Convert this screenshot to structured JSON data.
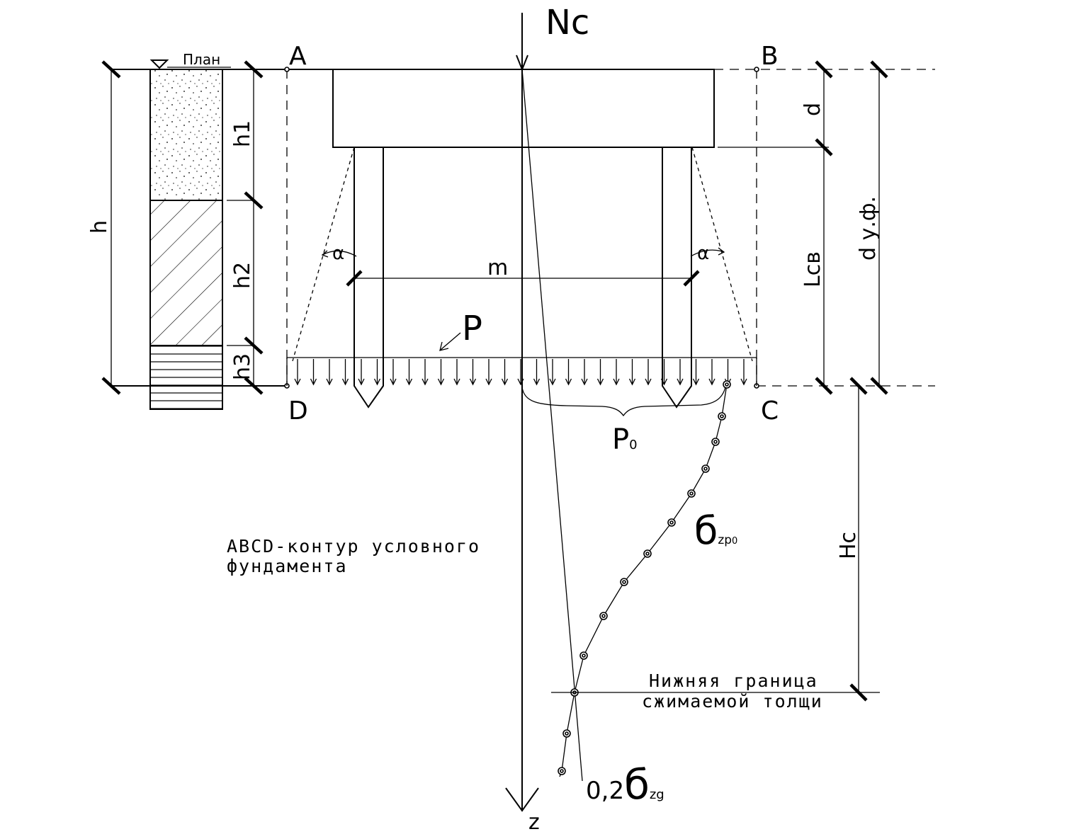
{
  "labels": {
    "nc": "Nc",
    "plan": "План",
    "a": "A",
    "b": "B",
    "c": "C",
    "d_corner": "D",
    "h": "h",
    "h1": "h1",
    "h2": "h2",
    "h3": "h3",
    "d": "d",
    "lcv": "Lсв",
    "d_uf": "d у.ф.",
    "m": "m",
    "p": "P",
    "p0_main": "P",
    "p0_sub": "0",
    "alpha_left": "α",
    "alpha_right": "α",
    "hc": "Hc",
    "sigma_main": "б",
    "sigma_sub": "zp",
    "sigma_sub2": "0",
    "sigma_zg_coef": "0,2",
    "sigma_zg_main": "б",
    "sigma_zg_sub": "zg",
    "z_axis": "z"
  },
  "notes": {
    "contour_line1": "ABCD-контур условного",
    "contour_line2": "фундамента",
    "lower_boundary_line1": "Нижняя граница",
    "lower_boundary_line2": "сжимаемой толщи"
  }
}
